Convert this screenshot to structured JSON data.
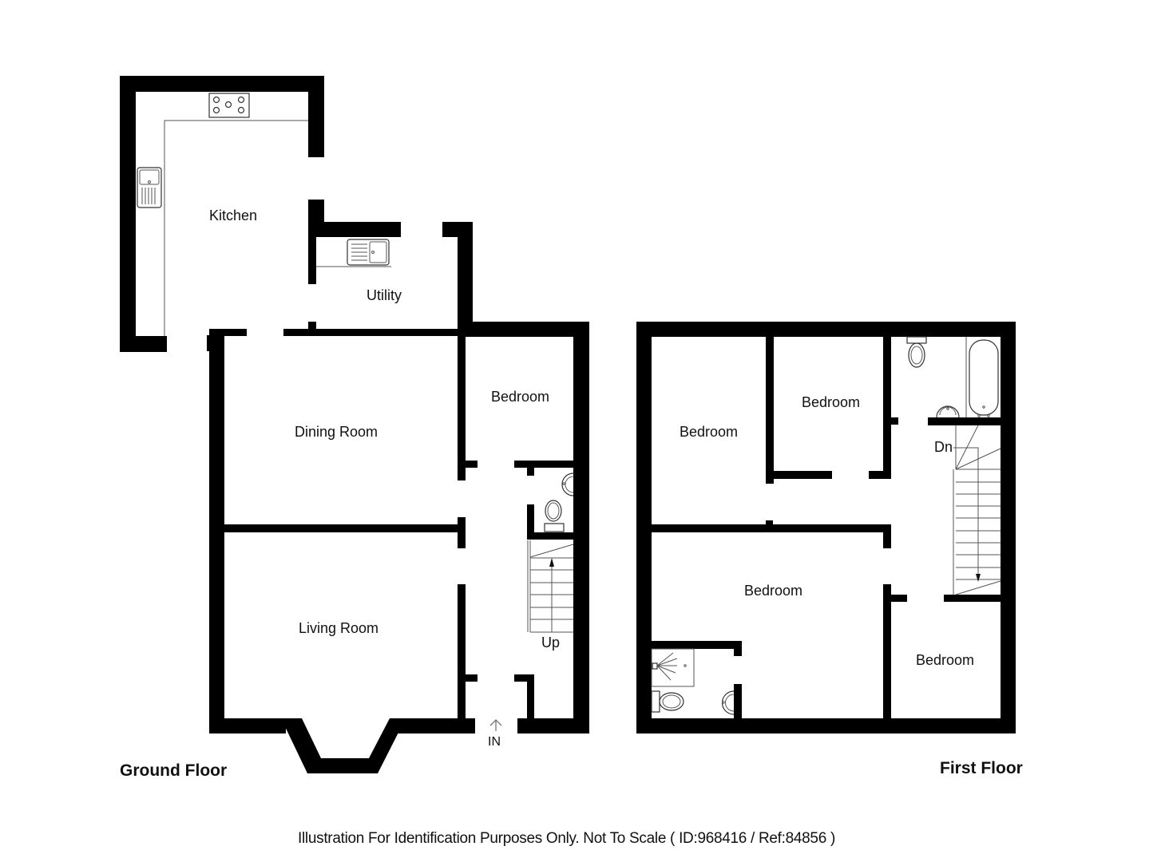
{
  "colors": {
    "wall": "#000000",
    "background": "#ffffff",
    "fixture_stroke": "#333333",
    "text": "#111111"
  },
  "ground_floor": {
    "title": "Ground Floor",
    "rooms": {
      "kitchen": "Kitchen",
      "utility": "Utility",
      "dining_room": "Dining Room",
      "bedroom": "Bedroom",
      "living_room": "Living Room"
    },
    "stairs_label": "Up",
    "entrance_label": "IN",
    "fixtures": [
      "hob-icon",
      "kitchen-sink-icon",
      "utility-sink-icon",
      "wc-basin-icon",
      "wc-toilet-icon",
      "staircase-up"
    ]
  },
  "first_floor": {
    "title": "First Floor",
    "rooms": {
      "bedroom_left": "Bedroom",
      "bedroom_small": "Bedroom",
      "bedroom_main": "Bedroom",
      "bedroom_right": "Bedroom"
    },
    "stairs_label": "Dn",
    "fixtures": [
      "bath-icon",
      "toilet-icon",
      "basin-icon",
      "shower-icon",
      "ensuite-toilet-icon",
      "ensuite-basin-icon",
      "staircase-down"
    ]
  },
  "footer": {
    "disclaimer": "Illustration For Identification Purposes Only. Not To Scale ( ID:968416 / Ref:84856 )"
  }
}
